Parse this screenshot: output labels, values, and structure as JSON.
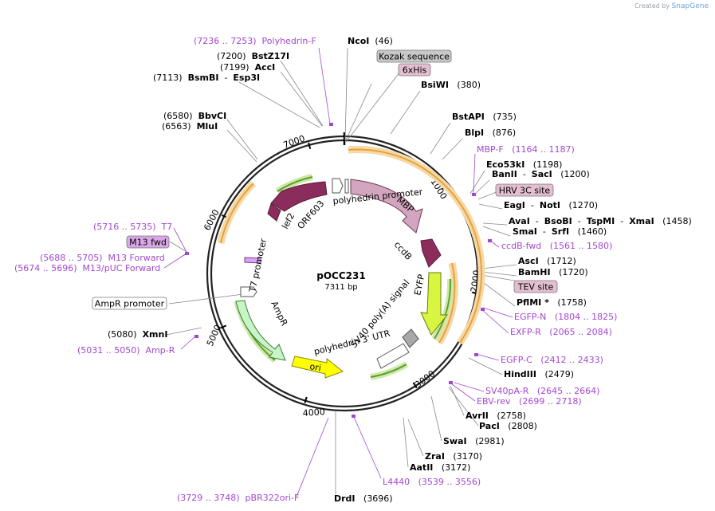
{
  "credit": {
    "prefix": "Created by",
    "brand": "SnapGene"
  },
  "plasmid": {
    "name": "pOCC231",
    "size_label": "7311 bp",
    "length": 7311
  },
  "ticks": [
    "1000",
    "2000",
    "3000",
    "4000",
    "5000",
    "6000",
    "7000"
  ],
  "enzymes": [
    {
      "id": "ncoi",
      "segs": [
        {
          "t": "NcoI",
          "b": true
        },
        {
          "t": "  (46)"
        }
      ]
    },
    {
      "id": "bstz17i",
      "segs": [
        {
          "t": "(7200)  "
        },
        {
          "t": "BstZ17I",
          "b": true
        }
      ]
    },
    {
      "id": "acci",
      "segs": [
        {
          "t": "(7199)  "
        },
        {
          "t": "AccI",
          "b": true
        }
      ]
    },
    {
      "id": "bsmbi",
      "segs": [
        {
          "t": "(7113)  "
        },
        {
          "t": "BsmBI",
          "b": true
        },
        {
          "t": "  -  "
        },
        {
          "t": "Esp3I",
          "b": true
        }
      ]
    },
    {
      "id": "bbvci",
      "segs": [
        {
          "t": "(6580)  "
        },
        {
          "t": "BbvCI",
          "b": true
        }
      ]
    },
    {
      "id": "mlui",
      "segs": [
        {
          "t": "(6563)  "
        },
        {
          "t": "MluI",
          "b": true
        }
      ]
    },
    {
      "id": "bsiwi",
      "segs": [
        {
          "t": "BsiWI",
          "b": true
        },
        {
          "t": "   (380)"
        }
      ]
    },
    {
      "id": "bstapi",
      "segs": [
        {
          "t": "BstAPI",
          "b": true
        },
        {
          "t": "   (735)"
        }
      ]
    },
    {
      "id": "blpi",
      "segs": [
        {
          "t": "BlpI",
          "b": true
        },
        {
          "t": "   (876)"
        }
      ]
    },
    {
      "id": "eco53ki",
      "segs": [
        {
          "t": "Eco53kI",
          "b": true
        },
        {
          "t": "   (1198)"
        }
      ]
    },
    {
      "id": "banii",
      "segs": [
        {
          "t": "BanII",
          "b": true
        },
        {
          "t": "  -  "
        },
        {
          "t": "SacI",
          "b": true
        },
        {
          "t": "   (1200)"
        }
      ]
    },
    {
      "id": "eagi",
      "segs": [
        {
          "t": "EagI",
          "b": true
        },
        {
          "t": "  -  "
        },
        {
          "t": "NotI",
          "b": true
        },
        {
          "t": "   (1270)"
        }
      ]
    },
    {
      "id": "avai",
      "segs": [
        {
          "t": "AvaI",
          "b": true
        },
        {
          "t": "  -  "
        },
        {
          "t": "BsoBI",
          "b": true
        },
        {
          "t": "  -  "
        },
        {
          "t": "TspMI",
          "b": true
        },
        {
          "t": "  -  "
        },
        {
          "t": "XmaI",
          "b": true
        },
        {
          "t": "   (1458)"
        }
      ]
    },
    {
      "id": "smai",
      "segs": [
        {
          "t": "SmaI",
          "b": true
        },
        {
          "t": "  -  "
        },
        {
          "t": "SrfI",
          "b": true
        },
        {
          "t": "   (1460)"
        }
      ]
    },
    {
      "id": "asci",
      "segs": [
        {
          "t": "AscI",
          "b": true
        },
        {
          "t": "   (1712)"
        }
      ]
    },
    {
      "id": "bamhi",
      "segs": [
        {
          "t": "BamHI",
          "b": true
        },
        {
          "t": "   (1720)"
        }
      ]
    },
    {
      "id": "pfimi",
      "segs": [
        {
          "t": "PflMI *",
          "b": true
        },
        {
          "t": "   (1758)"
        }
      ]
    },
    {
      "id": "hindiii",
      "segs": [
        {
          "t": "HindIII",
          "b": true
        },
        {
          "t": "   (2479)"
        }
      ]
    },
    {
      "id": "avrii",
      "segs": [
        {
          "t": "AvrII",
          "b": true
        },
        {
          "t": "   (2758)"
        }
      ]
    },
    {
      "id": "paci",
      "segs": [
        {
          "t": "PacI",
          "b": true
        },
        {
          "t": "   (2808)"
        }
      ]
    },
    {
      "id": "swai",
      "segs": [
        {
          "t": "SwaI",
          "b": true
        },
        {
          "t": "   (2981)"
        }
      ]
    },
    {
      "id": "zrai",
      "segs": [
        {
          "t": "ZraI",
          "b": true
        },
        {
          "t": "   (3170)"
        }
      ]
    },
    {
      "id": "aatii",
      "segs": [
        {
          "t": "AatII",
          "b": true
        },
        {
          "t": "   (3172)"
        }
      ]
    },
    {
      "id": "drdi",
      "segs": [
        {
          "t": "DrdI",
          "b": true
        },
        {
          "t": "   (3696)"
        }
      ]
    },
    {
      "id": "xmni",
      "segs": [
        {
          "t": "(5080)  "
        },
        {
          "t": "XmnI",
          "b": true
        }
      ]
    }
  ],
  "primers": [
    {
      "id": "polyhedrin-f",
      "text": "(7236 .. 7253)  Polyhedrin-F"
    },
    {
      "id": "mbp-f",
      "text": "MBP-F   (1164 .. 1187)"
    },
    {
      "id": "ccdb-fwd",
      "text": "ccdB-fwd   (1561 .. 1580)"
    },
    {
      "id": "egfp-n",
      "text": "EGFP-N   (1804 .. 1825)"
    },
    {
      "id": "exfp-r",
      "text": "EXFP-R   (2065 .. 2084)"
    },
    {
      "id": "egfp-c",
      "text": "EGFP-C   (2412 .. 2433)"
    },
    {
      "id": "sv40pa-r",
      "text": "SV40pA-R   (2645 .. 2664)"
    },
    {
      "id": "ebv-rev",
      "text": "EBV-rev   (2699 .. 2718)"
    },
    {
      "id": "l4440",
      "text": "L4440   (3539 .. 3556)"
    },
    {
      "id": "pbr322ori-f",
      "text": "(3729 .. 3748)  pBR322ori-F"
    },
    {
      "id": "amp-r",
      "text": "(5031 .. 5050)  Amp-R"
    },
    {
      "id": "m13-puc-forward",
      "text": "(5674 .. 5696)  M13/pUC Forward"
    },
    {
      "id": "m13-forward",
      "text": "(5688 .. 5705)  M13 Forward"
    },
    {
      "id": "t7",
      "text": "(5716 .. 5735)  T7"
    }
  ],
  "boxed_labels": [
    {
      "id": "kozak-sequence",
      "text": "Kozak sequence",
      "fill": "#c8c8c8"
    },
    {
      "id": "6xhis",
      "text": "6xHis",
      "fill": "#e4bfd1"
    },
    {
      "id": "hrv-3c-site",
      "text": "HRV 3C site",
      "fill": "#e4bfd1"
    },
    {
      "id": "tev-site",
      "text": "TEV site",
      "fill": "#e4bfd1"
    },
    {
      "id": "m13-fwd",
      "text": "M13 fwd",
      "fill": "#d9a6e8"
    },
    {
      "id": "ampr-promoter",
      "text": "AmpR promoter",
      "fill": "#ffffff"
    }
  ],
  "features": [
    {
      "id": "polyhedrin-promoter",
      "text": "polyhedrin promoter",
      "fill": "#ffffff"
    },
    {
      "id": "mbp",
      "text": "MBP",
      "fill": "#d4a5bf"
    },
    {
      "id": "ccdb",
      "text": "ccdB",
      "fill": "#8b2d5c"
    },
    {
      "id": "eyfp",
      "text": "EYFP",
      "fill": "#d8f542"
    },
    {
      "id": "sv40-polya-signal",
      "text": "SV40 poly(A) signal",
      "fill": "#a8a8a8"
    },
    {
      "id": "polyhedrin-3-utr",
      "text": "polyhedrin 3' UTR",
      "fill": "#ffffff"
    },
    {
      "id": "ori",
      "text": "ori",
      "fill": "#ffff00"
    },
    {
      "id": "ampr",
      "text": "AmpR",
      "fill": "#c8f5c8"
    },
    {
      "id": "t7-promoter",
      "text": "T7 promoter",
      "fill": "#ffffff"
    },
    {
      "id": "lef2",
      "text": "lef2",
      "fill": "#8b2d5c"
    },
    {
      "id": "orf603",
      "text": "ORF603",
      "fill": "#8b2d5c"
    }
  ],
  "colors": {
    "backbone": "#222222",
    "enzyme_line": "#888888",
    "primer": "#a347d1",
    "orange_arc": "#f5a623",
    "green_arc": "#5aa02c"
  }
}
